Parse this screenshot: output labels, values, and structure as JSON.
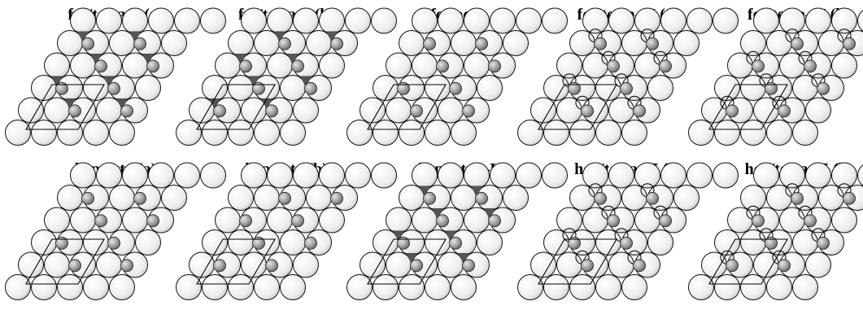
{
  "figure": {
    "panels": [
      {
        "title": "fcc/tetra–I (a)",
        "sites": "tetra-I",
        "variant": "a"
      },
      {
        "title": "fcc/tetra–I (b)",
        "sites": "tetra-I",
        "variant": "b"
      },
      {
        "title": "fcc/octa",
        "sites": "octa",
        "variant": "a"
      },
      {
        "title": "fcc/tetra–II (a)",
        "sites": "tetra-II",
        "variant": "a"
      },
      {
        "title": "fcc/tetra–II (b)",
        "sites": "tetra-II",
        "variant": "b"
      },
      {
        "title": "hcp/octa (a)",
        "sites": "octa",
        "variant": "a"
      },
      {
        "title": "hcp/octa (b)",
        "sites": "octa",
        "variant": "b"
      },
      {
        "title": "hcp/tetra–I",
        "sites": "tetra-I",
        "variant": "a"
      },
      {
        "title": "hcp/tetra–II (a)",
        "sites": "tetra-II",
        "variant": "a"
      },
      {
        "title": "hcp/tetra–II (b)",
        "sites": "tetra-II",
        "variant": "b"
      }
    ],
    "colors": {
      "substrate_atom": "#f2f2f2",
      "adsorbate_atom": "#9a9a9a",
      "interstitial_marker": "#555555",
      "outline": "#111111"
    }
  }
}
